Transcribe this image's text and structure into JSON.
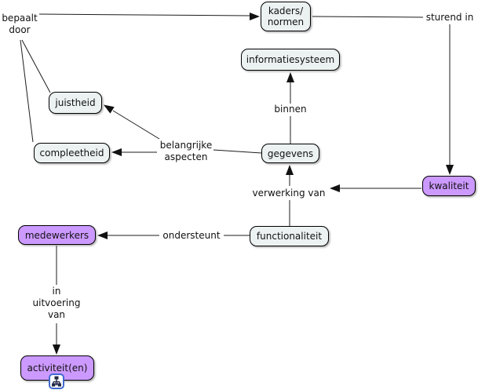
{
  "diagram": {
    "type": "concept-map",
    "colors": {
      "background": "#ffffff",
      "node_fill": "#ecf2f2",
      "node_fill_accent": "#cc99ff",
      "node_border": "#000000",
      "line": "#1c1c1c",
      "text": "#111111",
      "submap_icon_border": "#4169cf"
    },
    "nodes": [
      {
        "id": "kaders-normen",
        "lines": [
          "kaders/",
          "normen"
        ],
        "accent": false
      },
      {
        "id": "informatiesysteem",
        "lines": [
          "informatiesysteem"
        ],
        "accent": false
      },
      {
        "id": "juistheid",
        "lines": [
          "juistheid"
        ],
        "accent": false
      },
      {
        "id": "compleetheid",
        "lines": [
          "compleetheid"
        ],
        "accent": false
      },
      {
        "id": "gegevens",
        "lines": [
          "gegevens"
        ],
        "accent": false
      },
      {
        "id": "kwaliteit",
        "lines": [
          "kwaliteit"
        ],
        "accent": true
      },
      {
        "id": "functionaliteit",
        "lines": [
          "functionaliteit"
        ],
        "accent": false
      },
      {
        "id": "medewerkers",
        "lines": [
          "medewerkers"
        ],
        "accent": true
      },
      {
        "id": "activiteit-en",
        "lines": [
          "activiteit(en)"
        ],
        "accent": true
      }
    ],
    "link_labels": [
      {
        "id": "bepaalt-door",
        "lines": [
          "bepaalt",
          "door"
        ]
      },
      {
        "id": "sturend-in",
        "lines": [
          "sturend in"
        ]
      },
      {
        "id": "binnen",
        "lines": [
          "binnen"
        ]
      },
      {
        "id": "belangrijke-aspecten",
        "lines": [
          "belangrijke",
          "aspecten"
        ]
      },
      {
        "id": "verwerking-van",
        "lines": [
          "verwerking van"
        ]
      },
      {
        "id": "ondersteunt",
        "lines": [
          "ondersteunt"
        ]
      },
      {
        "id": "in-uitvoering-van",
        "lines": [
          "in",
          "uitvoering",
          "van"
        ]
      }
    ],
    "edges": [
      {
        "label": "bepaalt door",
        "connects": [
          "juistheid",
          "compleetheid"
        ],
        "arrow_to": "kaders/normen"
      },
      {
        "label": "sturend in",
        "from": "kaders/normen",
        "arrow_to": "kwaliteit"
      },
      {
        "label": "binnen",
        "from": "gegevens",
        "arrow_to": "informatiesysteem"
      },
      {
        "label": "belangrijke aspecten",
        "from": "gegevens",
        "arrow_to": [
          "juistheid",
          "compleetheid"
        ]
      },
      {
        "label": "verwerking van",
        "from": "functionaliteit",
        "arrow_to": "gegevens"
      },
      {
        "from": "kwaliteit",
        "arrow_to_label": "verwerking van"
      },
      {
        "label": "ondersteunt",
        "from": "functionaliteit",
        "arrow_to": "medewerkers"
      },
      {
        "label": "in uitvoering van",
        "from": "medewerkers",
        "arrow_to": "activiteit(en)"
      }
    ],
    "icons": [
      {
        "id": "submap-icon",
        "meaning": "linked sub-map attached to activiteit(en)"
      }
    ]
  }
}
